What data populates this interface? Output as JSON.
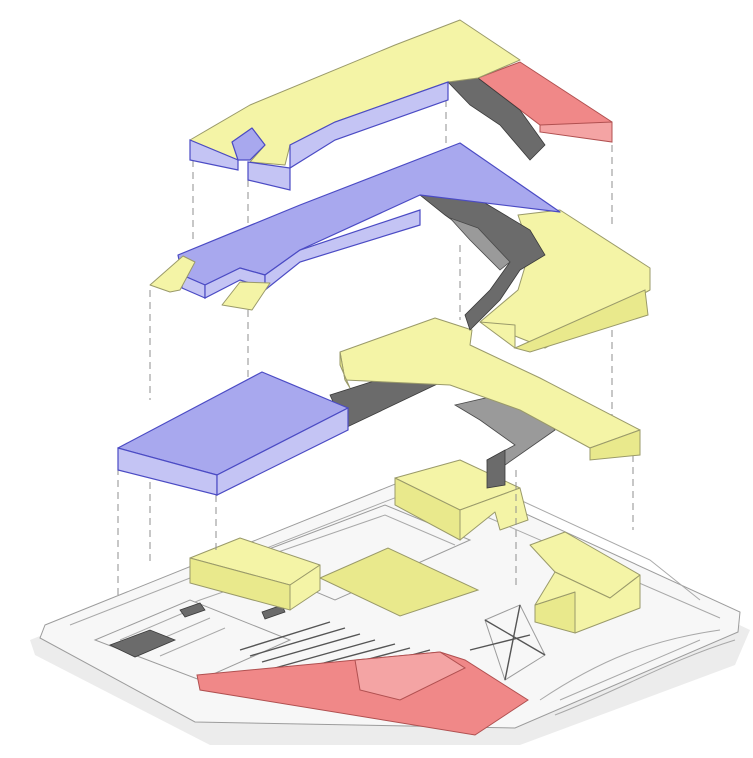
{
  "diagram": {
    "kind": "exploded-axonometric-building",
    "colors": {
      "yellow_volume": "#f4f4a6",
      "blue_volume": "#a8a8ee",
      "red_volume": "#f08888",
      "circulation_core": "#6b6b6b",
      "site_base": "#f7f7f7"
    },
    "layers": [
      "roof-level",
      "upper-floor",
      "middle-floor",
      "ground-site"
    ]
  }
}
